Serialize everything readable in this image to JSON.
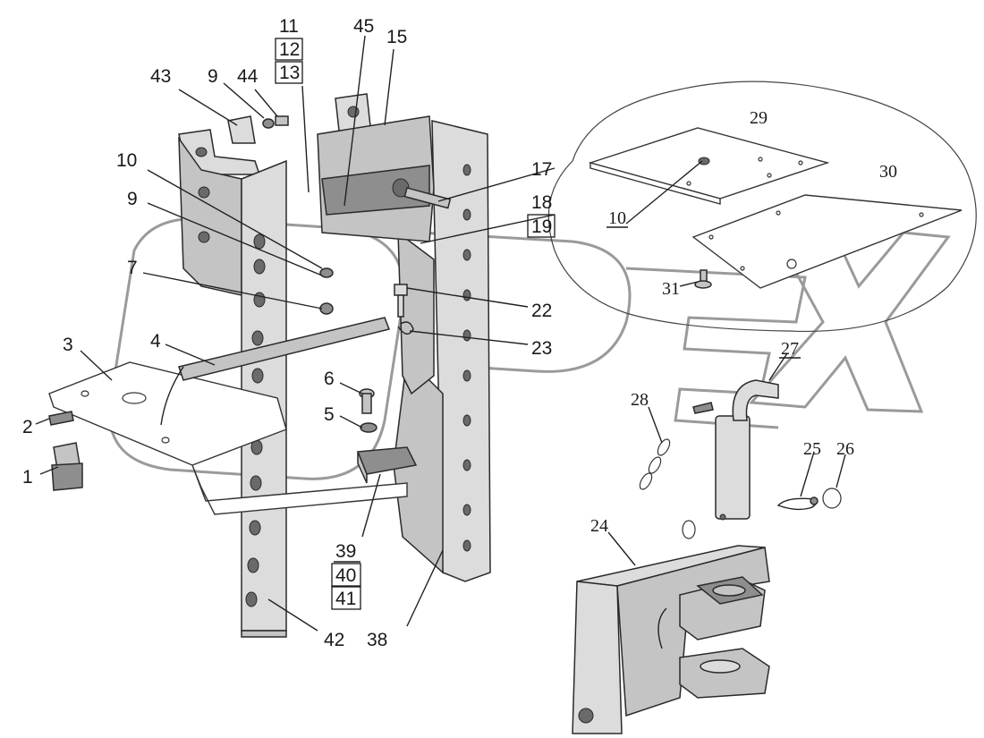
{
  "callouts": {
    "c1": "1",
    "c2": "2",
    "c3": "3",
    "c4": "4",
    "c5": "5",
    "c6": "6",
    "c7": "7",
    "c9a": "9",
    "c9b": "9",
    "c10a": "10",
    "c10b": "10",
    "c11": "11",
    "c12": "12",
    "c13": "13",
    "c15": "15",
    "c17": "17",
    "c18": "18",
    "c19": "19",
    "c22": "22",
    "c23": "23",
    "c24": "24",
    "c25": "25",
    "c26": "26",
    "c27": "27",
    "c28": "28",
    "c29": "29",
    "c30": "30",
    "c31": "31",
    "c38": "38",
    "c39": "39",
    "c40": "40",
    "c41": "41",
    "c42": "42",
    "c43": "43",
    "c44": "44",
    "c45": "45"
  }
}
